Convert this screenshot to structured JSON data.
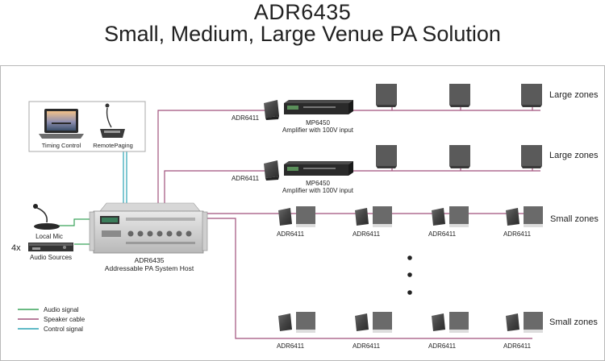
{
  "title": "ADR6435",
  "subtitle": "Small, Medium, Large Venue PA Solution",
  "control_box": {
    "timing_label": "Timing Control",
    "paging_label": "RemotePaging"
  },
  "sources": {
    "mic_label": "Local Mic",
    "multiplier": "4x",
    "audio_label": "Audio Sources"
  },
  "host": {
    "model": "ADR6435",
    "description": "Addressable PA System Host"
  },
  "large_zone_rows": [
    {
      "module": "ADR6411",
      "amp_model": "MP6450",
      "amp_desc": "Amplifier with 100V input",
      "zone_label": "Large zones"
    },
    {
      "module": "ADR6411",
      "amp_model": "MP6450",
      "amp_desc": "Amplifier with 100V input",
      "zone_label": "Large zones"
    }
  ],
  "small_zone_rows": [
    {
      "zone_label": "Small zones",
      "modules": [
        "ADR6411",
        "ADR6411",
        "ADR6411",
        "ADR6411"
      ]
    },
    {
      "zone_label": "Small zones",
      "modules": [
        "ADR6411",
        "ADR6411",
        "ADR6411",
        "ADR6411"
      ]
    }
  ],
  "legend": [
    {
      "label": "Audio signal",
      "color": "#3aa35a"
    },
    {
      "label": "Speaker cable",
      "color": "#a0527c"
    },
    {
      "label": "Control signal",
      "color": "#2aa4b4"
    }
  ],
  "colors": {
    "speaker_cable": "#a0527c",
    "audio_signal": "#3aa35a",
    "control_signal": "#2aa4b4",
    "frame": "#b9b9b9"
  }
}
